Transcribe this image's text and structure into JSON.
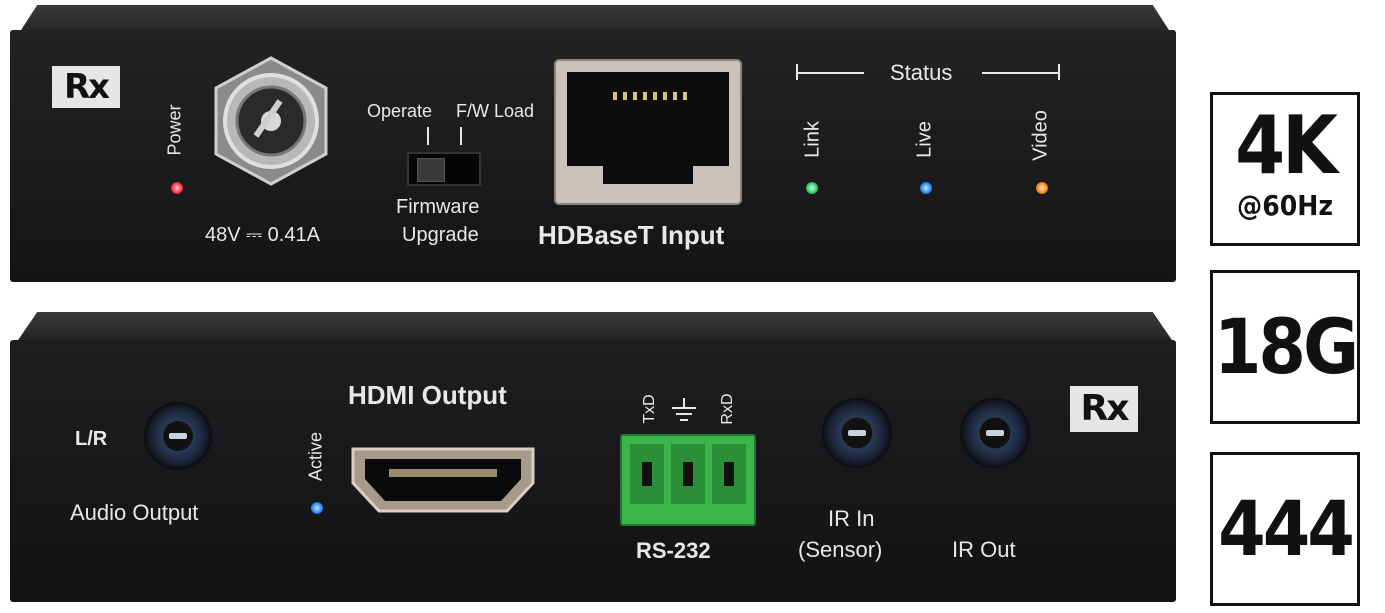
{
  "front_panel": {
    "logo": "Rx",
    "power_label": "Power",
    "power_spec": "48V ⎓ 0.41A",
    "switch_left": "Operate",
    "switch_right": "F/W Load",
    "switch_caption_1": "Firmware",
    "switch_caption_2": "Upgrade",
    "hdbaset_label": "HDBaseT Input",
    "status_title": "Status",
    "status_leds": [
      {
        "label": "Link",
        "color": "#2fd36b"
      },
      {
        "label": "Live",
        "color": "#2f8cff"
      },
      {
        "label": "Video",
        "color": "#ff8a1f"
      }
    ],
    "power_led_color": "#ff3347"
  },
  "rear_panel": {
    "logo": "Rx",
    "audio_short": "L/R",
    "audio_label": "Audio Output",
    "active_label": "Active",
    "active_led_color": "#2f8cff",
    "hdmi_label": "HDMI Output",
    "rs232_label": "RS-232",
    "rs232_pins": [
      "TxD",
      "RxD"
    ],
    "ir_in_label_1": "IR In",
    "ir_in_label_2": "(Sensor)",
    "ir_out_label": "IR Out",
    "terminal_color": "#3bb54a"
  },
  "badges": [
    {
      "main": "4K",
      "sub": "@60Hz"
    },
    {
      "main": "18G",
      "sub": ""
    },
    {
      "main": "444",
      "sub": ""
    }
  ]
}
